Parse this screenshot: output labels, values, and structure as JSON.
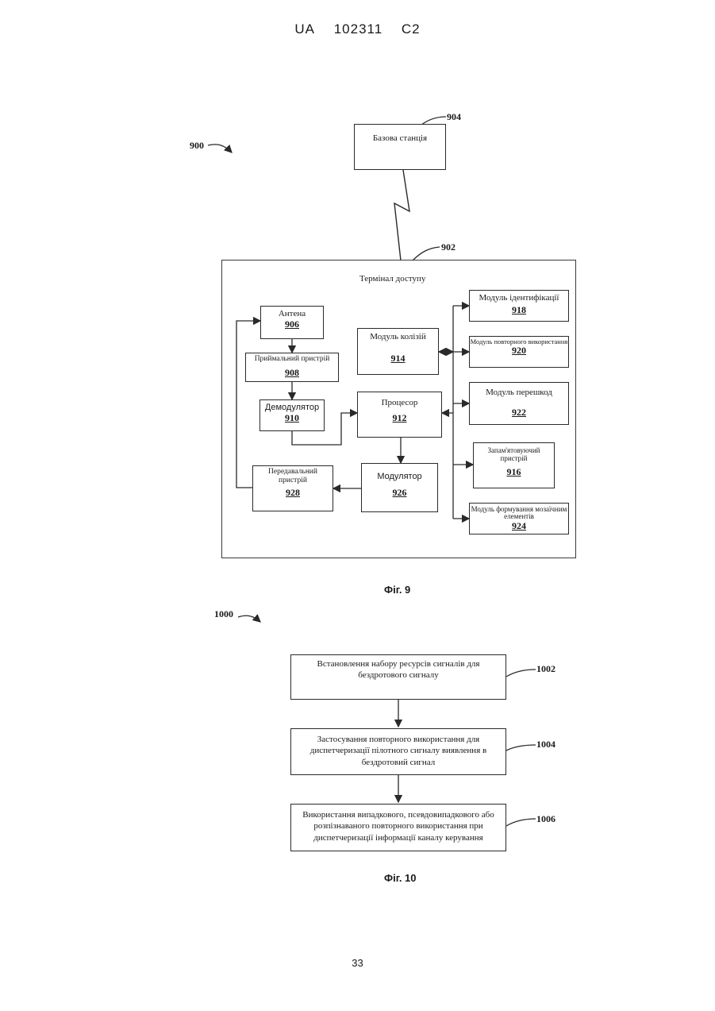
{
  "header": {
    "country": "UA",
    "number": "102311",
    "kind": "C2"
  },
  "page_number": "33",
  "fig9": {
    "caption": "Фіг. 9",
    "system_ref": "900",
    "base_station": {
      "label": "Базова станція",
      "ref": "904"
    },
    "terminal": {
      "label": "Термінал доступу",
      "ref": "902",
      "antenna": {
        "label": "Антена",
        "num": "906"
      },
      "receiver": {
        "label": "Приймальний пристрій",
        "num": "908"
      },
      "demodulator": {
        "label": "Демодулятор",
        "num": "910"
      },
      "processor": {
        "label": "Процесор",
        "num": "912"
      },
      "collision": {
        "label": "Модуль колізій",
        "num": "914"
      },
      "modulator": {
        "label": "Модулятор",
        "num": "926"
      },
      "transmitter": {
        "label": "Передавальний пристрій",
        "num": "928"
      },
      "identification": {
        "label": "Модуль ідентифікації",
        "num": "918"
      },
      "reuse": {
        "label": "Модуль повторного використання",
        "num": "920"
      },
      "interference": {
        "label": "Модуль перешкод",
        "num": "922"
      },
      "memory": {
        "label": "Запам'ятовуючий пристрій",
        "num": "916"
      },
      "mosaic": {
        "label": "Модуль формування мозаїчним елементів",
        "num": "924"
      }
    }
  },
  "fig10": {
    "caption": "Фіг. 10",
    "flow_ref": "1000",
    "steps": [
      {
        "text": "Встановлення набору ресурсів сигналів для бездротового сигналу",
        "ref": "1002"
      },
      {
        "text": "Застосування повторного використання для диспетчеризації пілотного сигналу виявлення в бездротовий сигнал",
        "ref": "1004"
      },
      {
        "text": "Використання випадкового, псевдовипадкового або розпізнаваного повторного використання при диспетчеризації інформації каналу керування",
        "ref": "1006"
      }
    ]
  }
}
